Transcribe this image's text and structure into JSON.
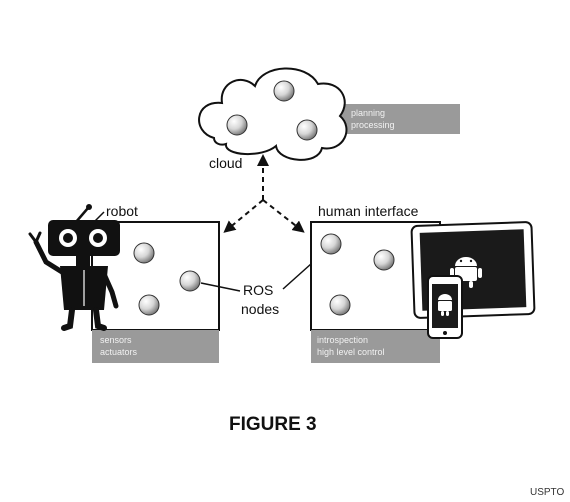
{
  "cloud": {
    "label": "cloud",
    "tag_line1": "planning",
    "tag_line2": "processing"
  },
  "robot": {
    "label": "robot",
    "tag_line1": "sensors",
    "tag_line2": "actuators"
  },
  "human_interface": {
    "label": "human interface",
    "tag_line1": "introspection",
    "tag_line2": "high level control"
  },
  "ros": {
    "line1": "ROS",
    "line2": "nodes"
  },
  "figure": {
    "caption": "FIGURE 3",
    "source": "USPTO"
  },
  "colors": {
    "tag_gray": "#9a9a9a",
    "line": "#111111",
    "tablet_screen": "#1a1a1a",
    "robot_body": "#111111"
  },
  "icons": [
    "robot-icon",
    "tablet-icon",
    "phone-icon",
    "android-icon"
  ]
}
